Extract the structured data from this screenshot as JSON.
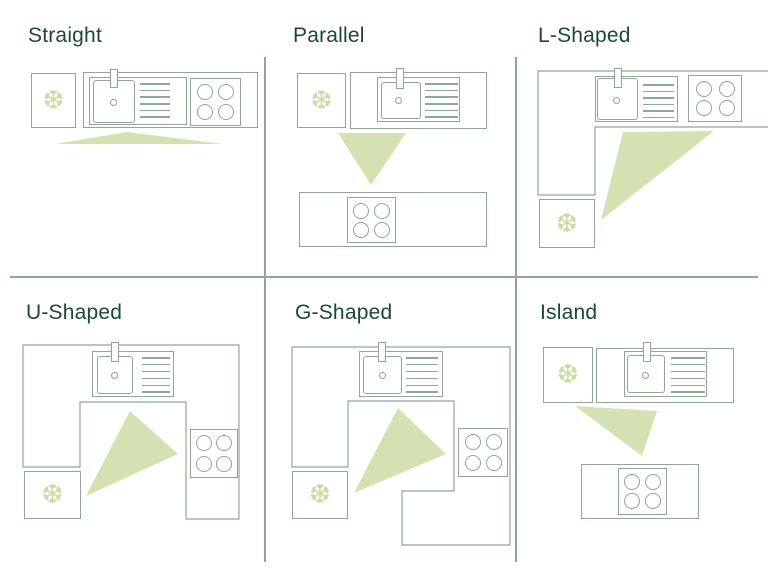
{
  "colors": {
    "background": "#ffffff",
    "title_text": "#1d4737",
    "outline": "#8fa698",
    "work_triangle_fill": "#d4e2b3",
    "snowflake": "#c8dca4"
  },
  "icons": {
    "snowflake": "❆",
    "faucet": "css-rect",
    "drain": "css-circle",
    "burner": "css-circle",
    "drying_rack": "css-lines"
  },
  "panels": [
    {
      "title": "Straight"
    },
    {
      "title": "Parallel"
    },
    {
      "title": "L-Shaped"
    },
    {
      "title": "U-Shaped"
    },
    {
      "title": "G-Shaped"
    },
    {
      "title": "Island"
    }
  ]
}
